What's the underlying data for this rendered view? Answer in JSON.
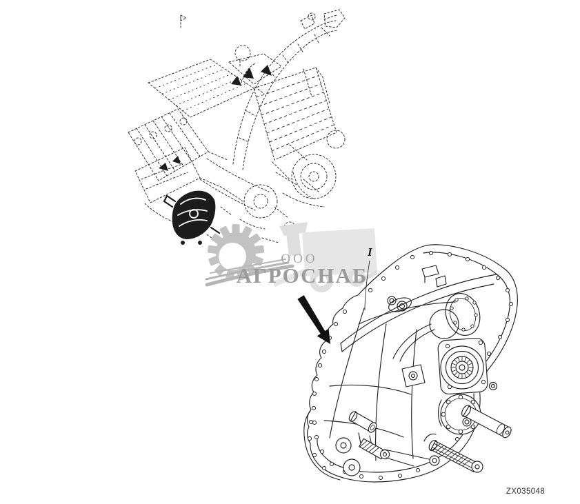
{
  "figure": {
    "type": "parts-location-diagram",
    "background": "#ffffff",
    "line_color": "#1f1f1f",
    "phantom_line_color": "#2f2f2f",
    "machine_drawing": "forage-harvester-phantom-view",
    "detail_drawing": "transfer-gearbox",
    "callout": {
      "label": "I"
    },
    "image_code": "ZX035048"
  },
  "watermark": {
    "prefix": "ООО",
    "name": "АГРОСНАБ",
    "text_color": "#9b9b9b",
    "graphic_color": "#c2c2c2",
    "silhouette_color": "#e6e6e6",
    "icons": [
      "gear-icon",
      "harvester-silhouette-icon",
      "swoosh-icon"
    ]
  }
}
